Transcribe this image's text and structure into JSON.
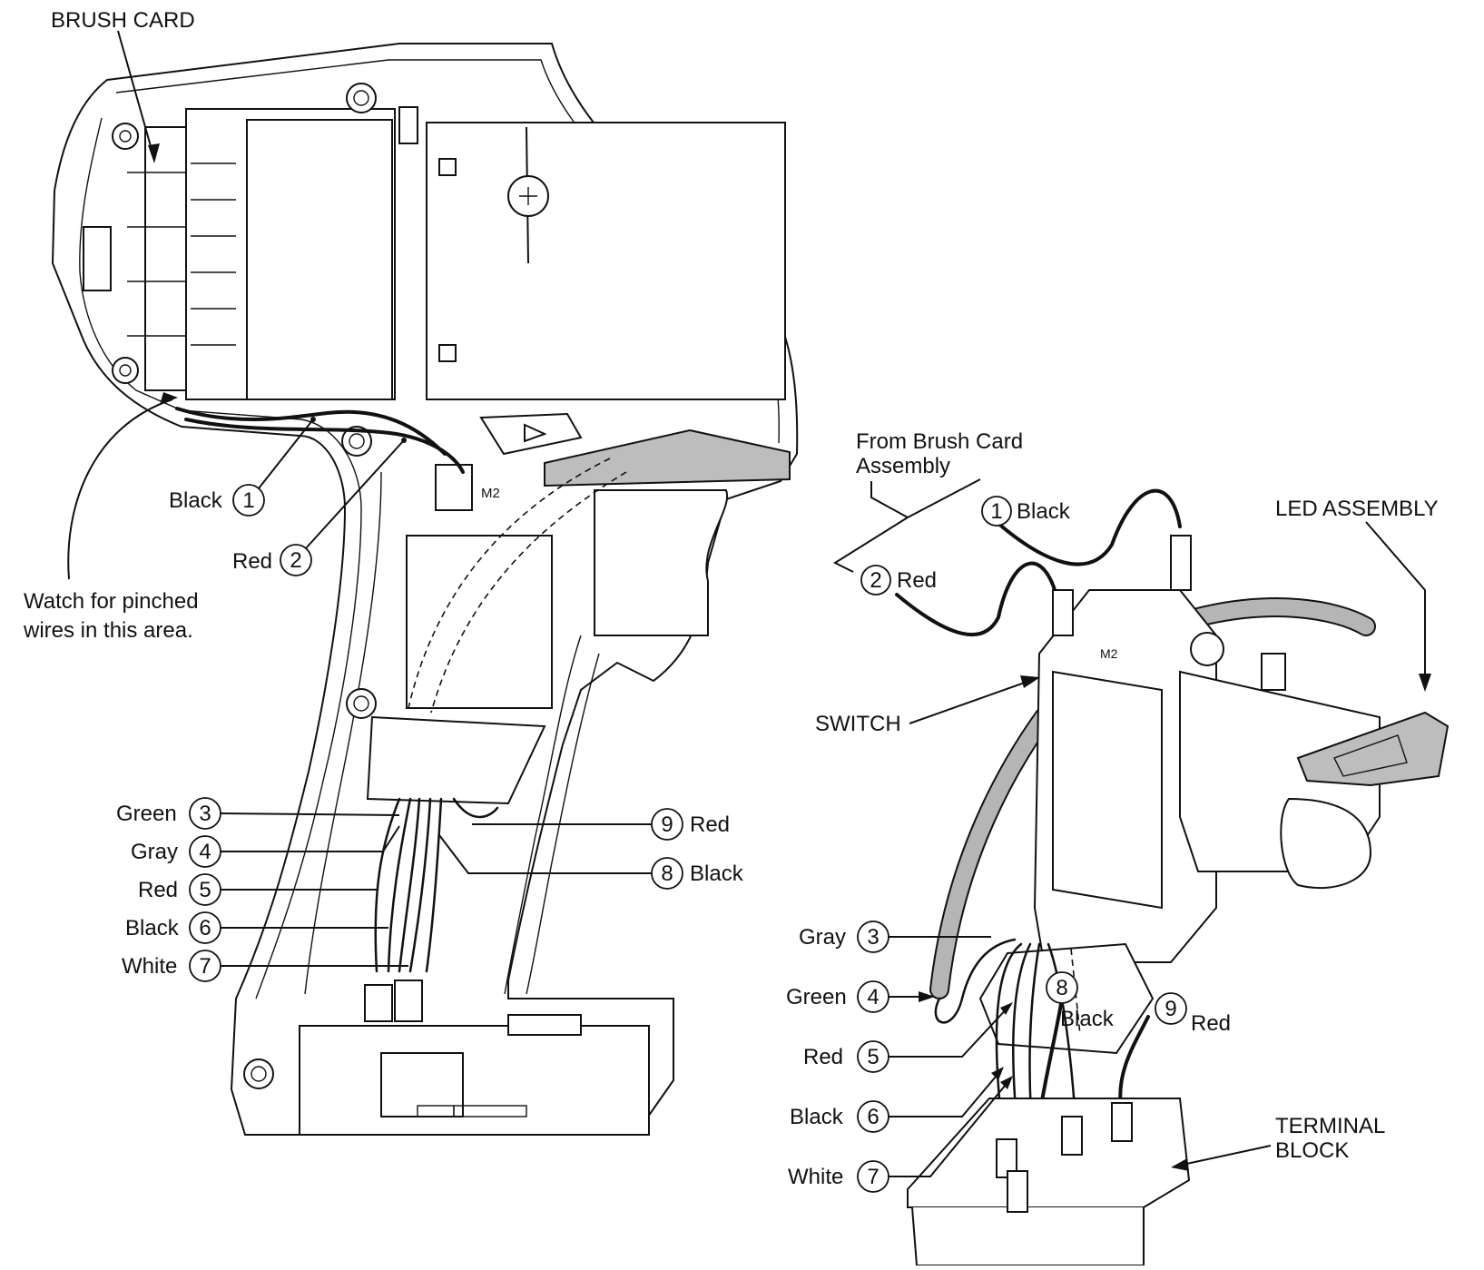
{
  "labels": {
    "brush_card": "BRUSH CARD",
    "watch_line1": "Watch for pinched",
    "watch_line2": "wires in this area.",
    "from_brush_line1": "From Brush Card",
    "from_brush_line2": "Assembly",
    "led_assembly": "LED ASSEMBLY",
    "switch": "SWITCH",
    "terminal_line1": "TERMINAL",
    "terminal_line2": "BLOCK",
    "m2_marking": "M2"
  },
  "left_wires": [
    {
      "num": "1",
      "color": "Black"
    },
    {
      "num": "2",
      "color": "Red"
    },
    {
      "num": "3",
      "color": "Green"
    },
    {
      "num": "4",
      "color": "Gray"
    },
    {
      "num": "5",
      "color": "Red"
    },
    {
      "num": "6",
      "color": "Black"
    },
    {
      "num": "7",
      "color": "White"
    },
    {
      "num": "8",
      "color": "Black"
    },
    {
      "num": "9",
      "color": "Red"
    }
  ],
  "right_wires": [
    {
      "num": "1",
      "color": "Black"
    },
    {
      "num": "2",
      "color": "Red"
    },
    {
      "num": "3",
      "color": "Gray"
    },
    {
      "num": "4",
      "color": "Green"
    },
    {
      "num": "5",
      "color": "Red"
    },
    {
      "num": "6",
      "color": "Black"
    },
    {
      "num": "7",
      "color": "White"
    },
    {
      "num": "8",
      "color": "Black"
    },
    {
      "num": "9",
      "color": "Red"
    }
  ]
}
